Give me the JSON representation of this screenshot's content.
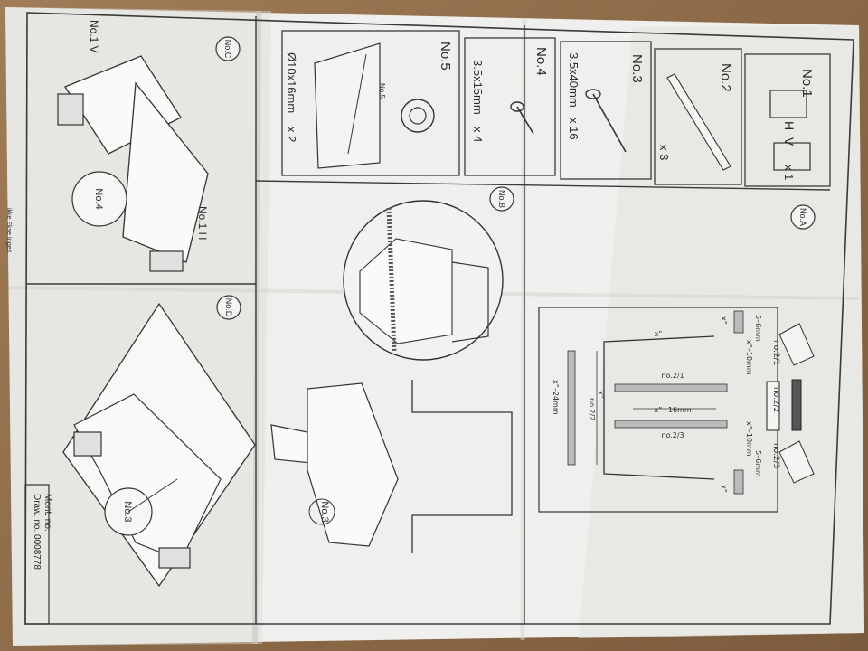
{
  "parts": {
    "no1": {
      "title": "No.1",
      "label": "H–V",
      "qty": "x 1"
    },
    "no2": {
      "title": "No.2",
      "qty": "x 3"
    },
    "no3": {
      "title": "No.3",
      "spec": "3.5x40mm",
      "qty": "x 16"
    },
    "no4": {
      "title": "No.4",
      "spec": "3.5x15mm",
      "qty": "x 4"
    },
    "no5": {
      "title": "No.5",
      "spec": "Ø10x16mm",
      "qty": "x 2",
      "callout": "No.5"
    }
  },
  "steps": {
    "a": {
      "badge": "No.A"
    },
    "b": {
      "badge": "No.B",
      "callout": "No.3"
    },
    "c": {
      "badge": "No.C",
      "callout_v": "No.1 V",
      "callout_h": "No.1 H",
      "callout_screw": "No.4"
    },
    "d": {
      "badge": "No.D",
      "callout": "No.3"
    }
  },
  "diagram_a": {
    "tag_21": "no.2/1",
    "tag_22": "no.2/2",
    "tag_23": "no.2/3",
    "strip_21": "no.2/1",
    "strip_23": "no.2/3",
    "strip_22": "no.2/2",
    "dim_gap_left": "5–6mm",
    "dim_gap_right": "5–6mm",
    "dim_x10_left": "x”–10mm",
    "dim_x10_right": "x”–10mm",
    "dim_x_top": "x”",
    "dim_x_side_left": "x”",
    "dim_x_side_right": "x”",
    "dim_plus16": "x”+16mm",
    "dim_x_tall": "x”",
    "dim_minus24": "x”–24mm"
  },
  "footer": {
    "mont_no": "Mont. no.",
    "draw_no": "Draw. no. 0008778",
    "side_note": "ikke Ekse Ingelt"
  }
}
